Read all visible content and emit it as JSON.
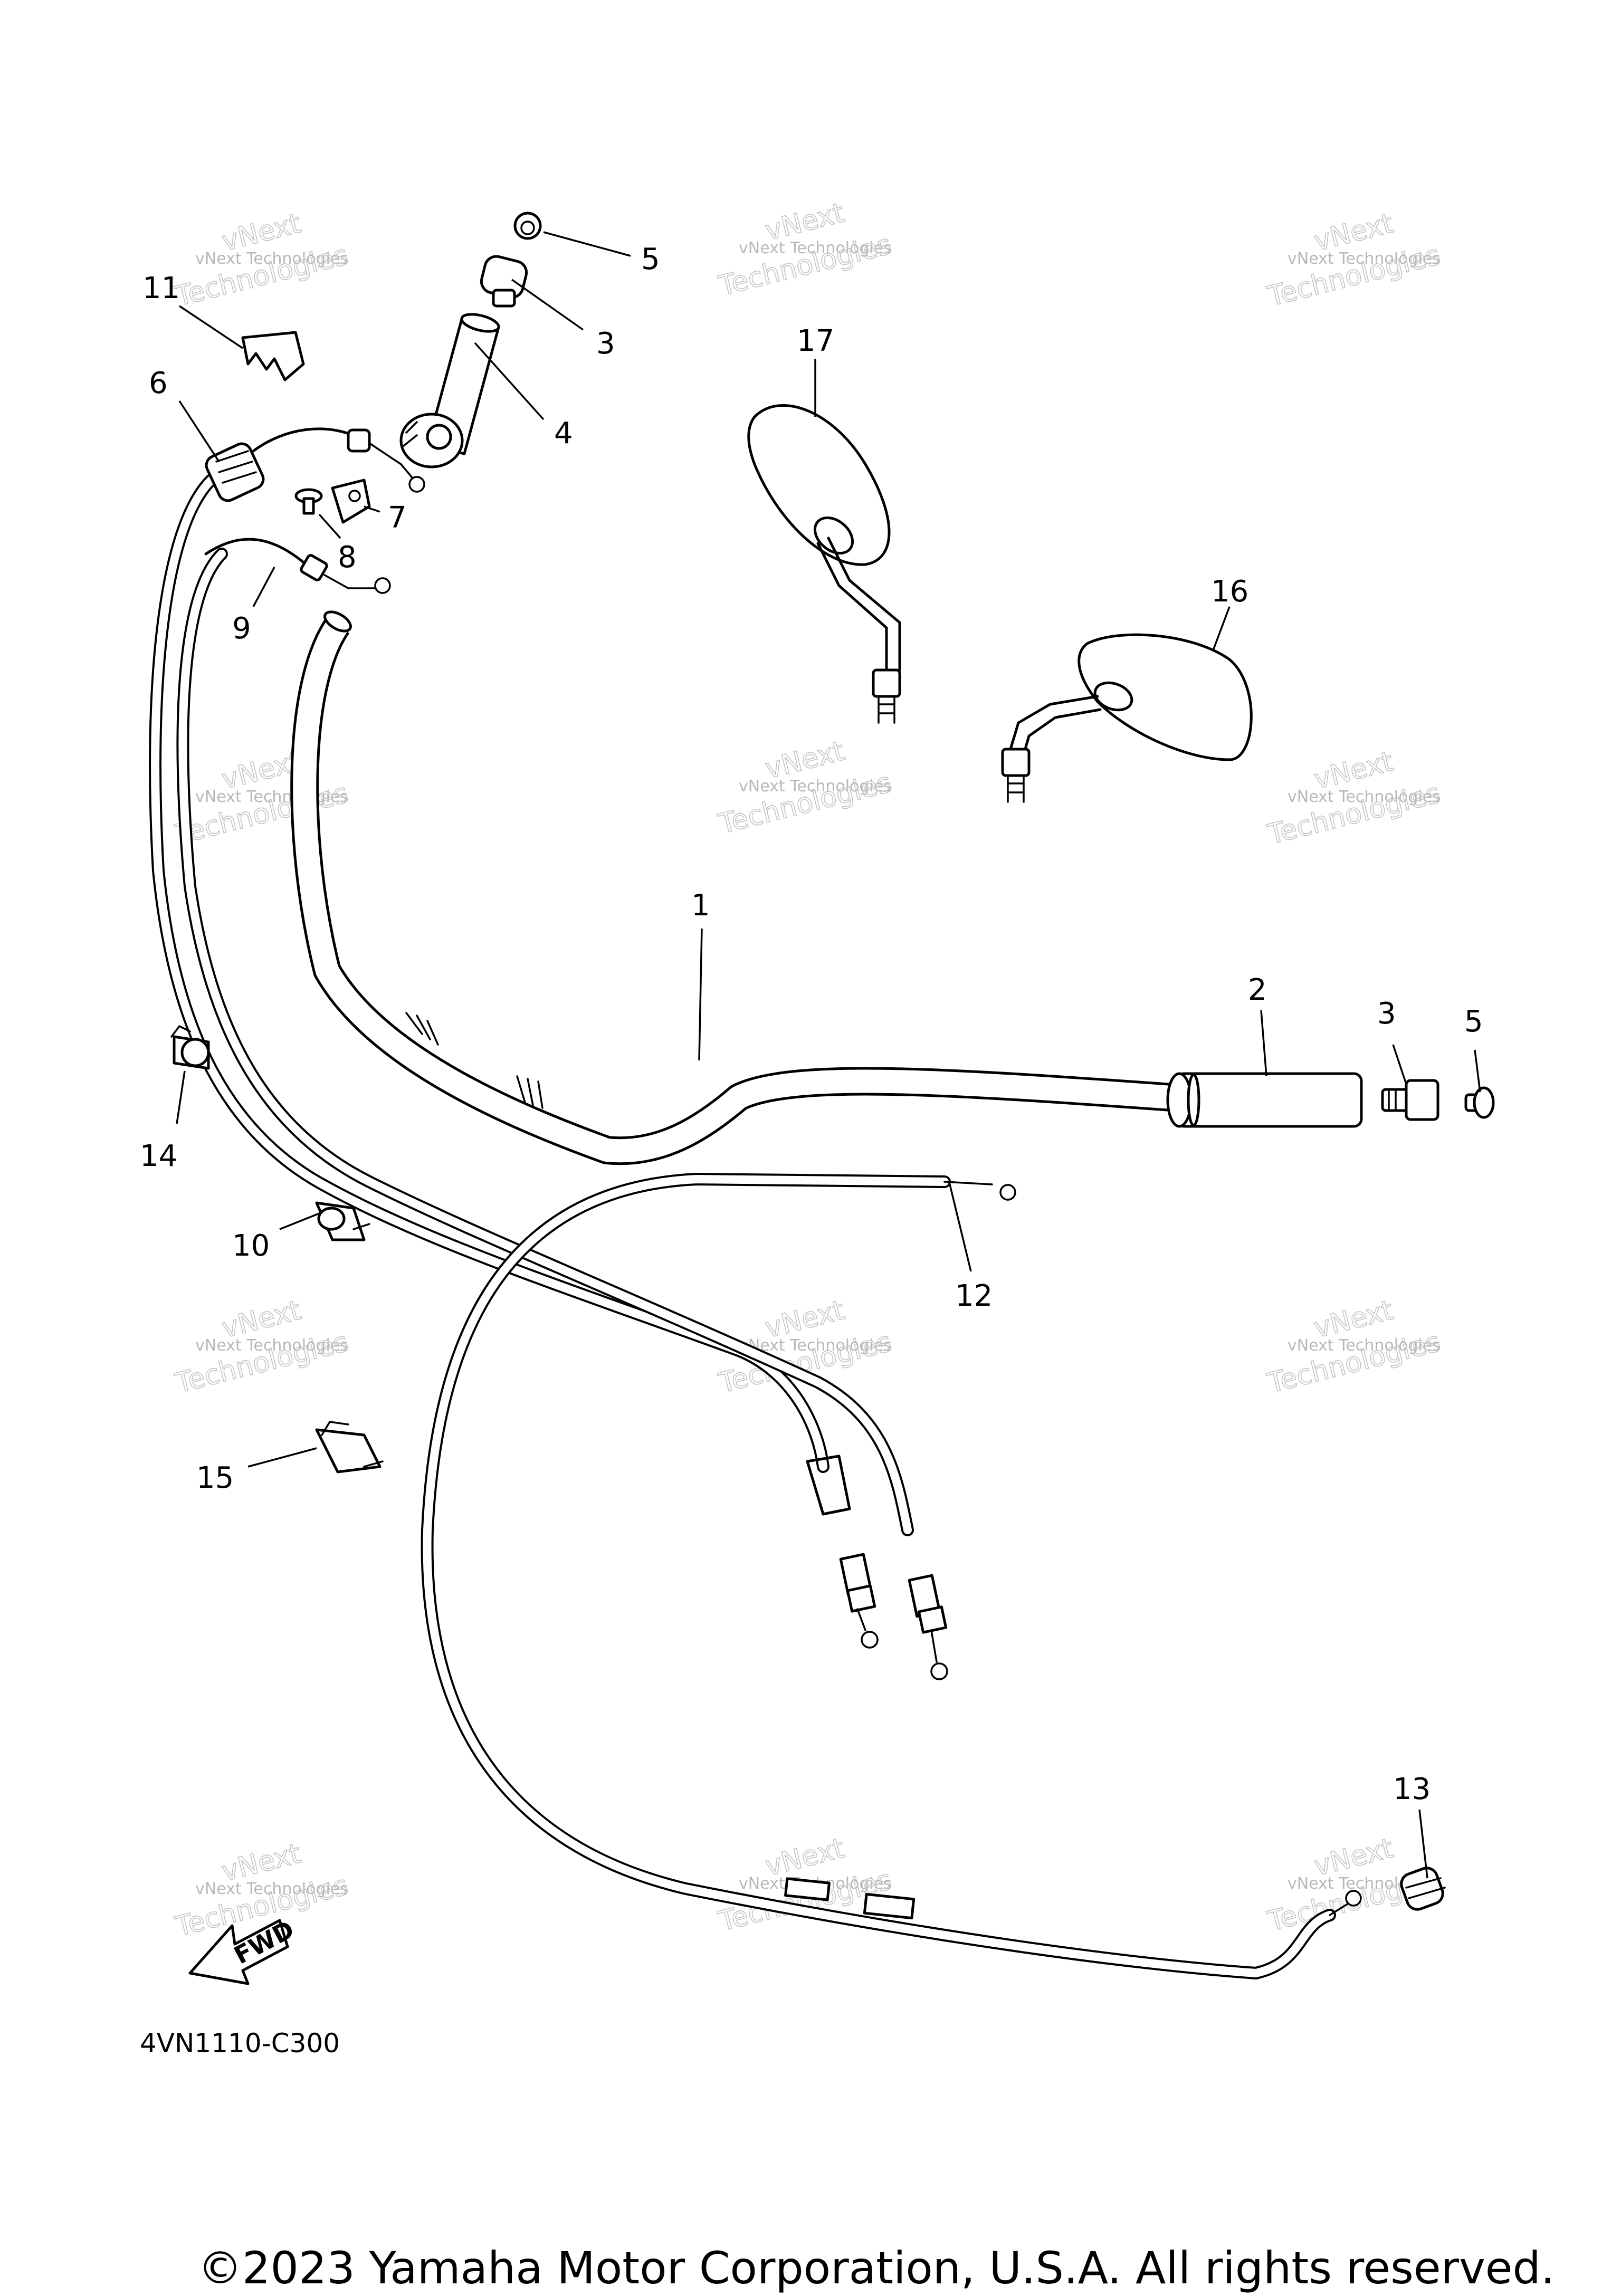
{
  "callouts": {
    "c1": "1",
    "c2": "2",
    "c3a": "3",
    "c3b": "3",
    "c4": "4",
    "c5a": "5",
    "c5b": "5",
    "c6": "6",
    "c7": "7",
    "c8": "8",
    "c9": "9",
    "c10": "10",
    "c11": "11",
    "c12": "12",
    "c13": "13",
    "c14": "14",
    "c15": "15",
    "c16": "16",
    "c17": "17"
  },
  "watermark": {
    "line1": "vNext Technologies",
    "line2": "Technologies",
    "line3": "vNext"
  },
  "fwd_label": "FWD",
  "diagram_code": "4VN1110-C300",
  "copyright": "©2023 Yamaha Motor Corporation, U.S.A. All rights reserved."
}
